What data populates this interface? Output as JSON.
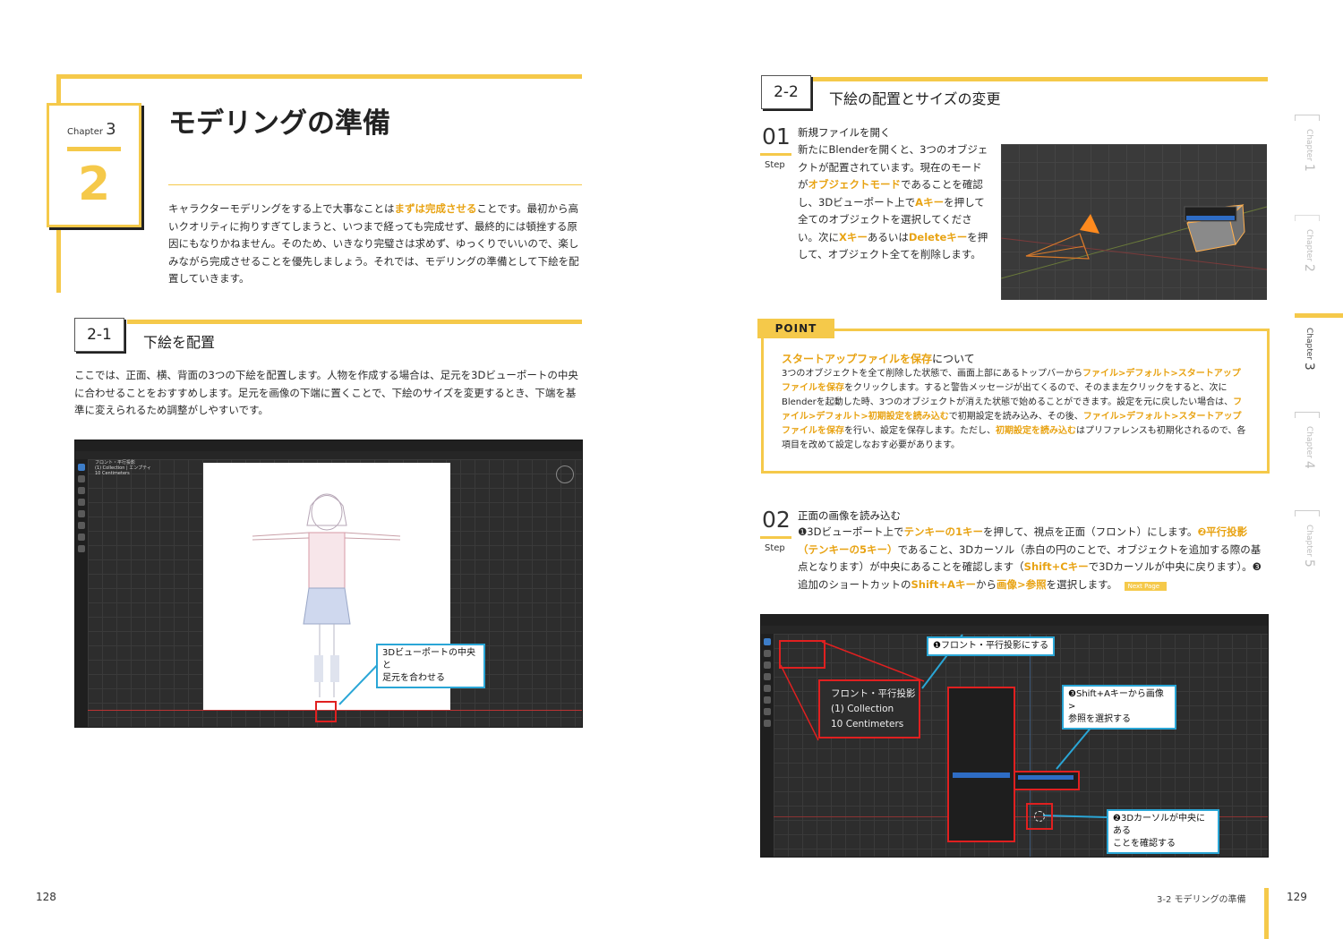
{
  "left": {
    "chapter_label": "Chapter",
    "chapter_number": "3",
    "section_number": "2",
    "title": "モデリングの準備",
    "intro_1": "キャラクターモデリングをする上で大事なことは",
    "intro_hl": "まずは完成させる",
    "intro_2": "ことです。最初から高いクオリティに拘りすぎてしまうと、いつまで経っても完成せず、最終的には頓挫する原因にもなりかねません。そのため、いきなり完璧さは求めず、ゆっくりでいいので、楽しみながら完成させることを優先しましょう。それでは、モデリングの準備として下絵を配置していきます。",
    "sub_number": "2-1",
    "sub_title": "下絵を配置",
    "sub_body": "ここでは、正面、横、背面の3つの下絵を配置します。人物を作成する場合は、足元を3Dビューポートの中央に合わせることをおすすめします。足元を画像の下端に置くことで、下絵のサイズを変更するとき、下端を基準に変えられるため調整がしやすいです。",
    "ss_header": "フロント・平行投影",
    "ss_line2": "(1) Collection | エンプティ",
    "ss_line3": "10 Centimeters",
    "callout_1": "3Dビューポートの中央と",
    "callout_2": "足元を合わせる",
    "page_number": "128"
  },
  "right": {
    "sub_number": "2-2",
    "sub_title": "下絵の配置とサイズの変更",
    "step1_num": "01",
    "step_label": "Step",
    "step1_title": "新規ファイルを開く",
    "step1_a": "新たにBlenderを開くと、3つのオブジェクトが配置されています。現在のモードが",
    "step1_hl1": "オブジェクトモード",
    "step1_b": "であることを確認し、3Dビューポート上で",
    "step1_hl2": "Aキー",
    "step1_c": "を押して全てのオブジェクトを選択してください。次に",
    "step1_hl3": "Xキー",
    "step1_d": "あるいは",
    "step1_hl4": "Deleteキー",
    "step1_e": "を押して、オブジェクト全てを削除します。",
    "point_tag": "POINT",
    "point_title_hl": "スタートアップファイルを保存",
    "point_title_rest": "について",
    "point_a": "3つのオブジェクトを全て削除した状態で、画面上部にあるトップバーから",
    "point_hl1": "ファイル>デフォルト>スタートアップファイルを保存",
    "point_b": "をクリックします。すると警告メッセージが出てくるので、そのまま左クリックをすると、次にBlenderを起動した時、3つのオブジェクトが消えた状態で始めることができます。設定を元に戻したい場合は、",
    "point_hl2": "ファイル>デフォルト>初期設定を読み込む",
    "point_c": "で初期設定を読み込み、その後、",
    "point_hl3": "ファイル>デフォルト>スタートアップファイルを保存",
    "point_d": "を行い、設定を保存します。ただし、",
    "point_hl4": "初期設定を読み込む",
    "point_e": "はプリファレンスも初期化されるので、各項目を改めて設定しなおす必要があります。",
    "step2_num": "02",
    "step2_title": "正面の画像を読み込む",
    "step2_a": "❶3Dビューポート上で",
    "step2_hl1": "テンキーの1キー",
    "step2_b": "を押して、視点を正面（フロント）にします。",
    "step2_hl2": "❷平行投影（テンキーの5キー）",
    "step2_c": "であること、3Dカーソル（赤白の円のことで、オブジェクトを追加する際の基点となります）が中央にあることを確認します（",
    "step2_hl3": "Shift+Cキー",
    "step2_d": "で3Dカーソルが中央に戻ります）。❸追加のショートカットの",
    "step2_hl4": "Shift+Aキー",
    "step2_e": "から",
    "step2_hl5": "画像>参照",
    "step2_f": "を選択します。",
    "next_page": "Next Page",
    "ss2_label1": "フロント・平行投影",
    "ss2_label2": "(1) Collection",
    "ss2_label3": "10 Centimeters",
    "ss2_callout1": "❶フロント・平行投影にする",
    "ss2_callout2a": "❸Shift+Aキーから画像>",
    "ss2_callout2b": "参照を選択する",
    "ss2_callout3a": "❷3Dカーソルが中央にある",
    "ss2_callout3b": "ことを確認する",
    "running_head": "3-2 モデリングの準備",
    "page_number": "129",
    "chapter_tabs": [
      {
        "label": "Chapter",
        "num": "1"
      },
      {
        "label": "Chapter",
        "num": "2"
      },
      {
        "label": "Chapter",
        "num": "3"
      },
      {
        "label": "Chapter",
        "num": "4"
      },
      {
        "label": "Chapter",
        "num": "5"
      }
    ]
  },
  "colors": {
    "accent": "#f5c94a",
    "highlight": "#e8a313",
    "callout": "#2aa6d6",
    "red": "#e02020"
  }
}
